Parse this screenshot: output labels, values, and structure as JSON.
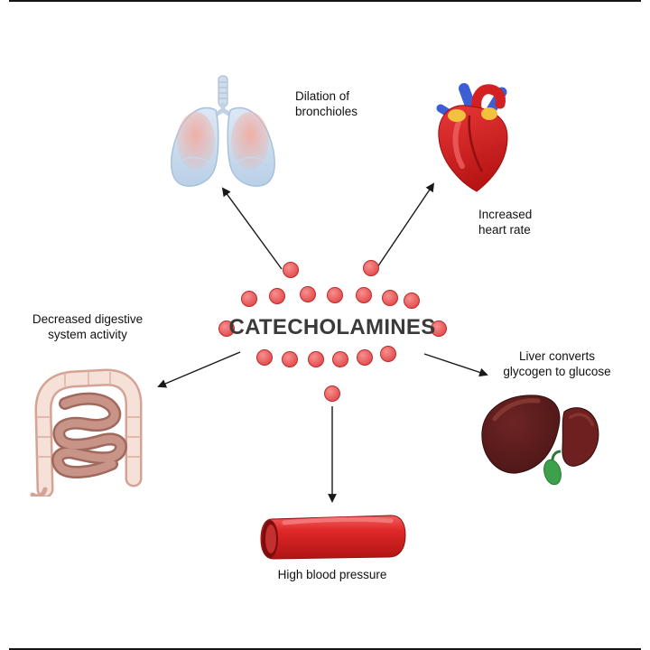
{
  "diagram": {
    "title": "CATECHOLAMINES",
    "effects": [
      {
        "id": "lungs",
        "organ": "lungs",
        "label": "Dilation of\nbronchioles"
      },
      {
        "id": "heart",
        "organ": "heart",
        "label": "Increased\nheart rate"
      },
      {
        "id": "intestines",
        "organ": "digestive system",
        "label": "Decreased digestive\nsystem activity"
      },
      {
        "id": "liver",
        "organ": "liver",
        "label": "Liver converts\nglycogen to glucose"
      },
      {
        "id": "blood-vessel",
        "organ": "blood vessel",
        "label": "High blood pressure"
      }
    ],
    "colors": {
      "dot_fill": "#e14444",
      "dot_stroke": "#bb2c2c",
      "arrow": "#1a1a1a",
      "title_text": "#3a3a3a",
      "label_text": "#111111",
      "heart_red": "#d42020",
      "vessel_blue": "#3d5fd4",
      "liver_brown": "#5a1d1d",
      "gallbladder_green": "#3da04a",
      "lung_blue": "#bcd2e8",
      "lung_pink": "#f0b6ae",
      "intestine_pale": "#f5e1d8",
      "intestine_dark": "#c99488"
    }
  }
}
